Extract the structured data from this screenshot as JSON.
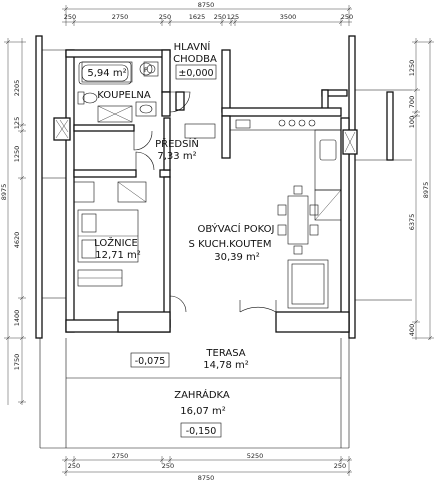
{
  "rooms": {
    "hallway": {
      "label1": "HLAVNÍ",
      "label2": "CHODBA",
      "level": "±0,000"
    },
    "bathroom": {
      "label": "KOUPELNA",
      "area": "5,94 m²"
    },
    "entry": {
      "label": "PŘEDSÍŇ",
      "area": "7,33 m²"
    },
    "bedroom": {
      "label": "LOŽNICE",
      "area": "12,71 m²"
    },
    "living": {
      "label1": "OBÝVACÍ POKOJ",
      "label2": "S KUCH.KOUTEM",
      "area": "30,39 m²"
    },
    "terrace": {
      "label": "TERASA",
      "area": "14,78 m²",
      "level": "-0,075"
    },
    "garden": {
      "label": "ZAHRÁDKA",
      "area": "16,07 m²",
      "level": "-0,150"
    }
  },
  "dimensions": {
    "top_total": "8750",
    "top_parts": [
      "250",
      "2750",
      "250",
      "1625",
      "250",
      "125",
      "3500",
      "250"
    ],
    "bottom_parts": [
      "250",
      "2750",
      "250",
      "5250",
      "250"
    ],
    "bottom_total": "8750",
    "left_total": "8975",
    "left_parts": [
      "2205",
      "125",
      "1250",
      "4620",
      "1400"
    ],
    "left_bottom": "1750",
    "right_total": "8975",
    "right_parts": [
      "1250",
      "700",
      "100",
      "6375",
      "400"
    ]
  }
}
